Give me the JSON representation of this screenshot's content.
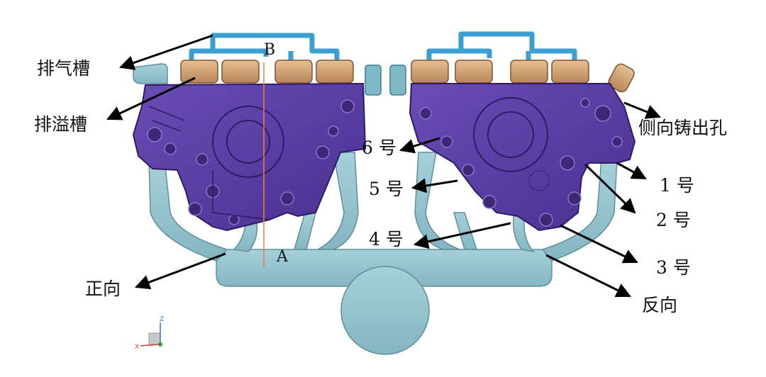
{
  "labels": {
    "exhaust_slot": "排气槽",
    "overflow_slot": "排溢槽",
    "side_cast_hole": "侧向铸出孔",
    "forward": "正向",
    "reverse": "反向",
    "n1": "1 号",
    "n2": "2 号",
    "n3": "3 号",
    "n4": "4 号",
    "n5": "5 号",
    "n6": "6 号",
    "point_a": "A",
    "point_b": "B"
  },
  "axis_triad": {
    "z": "Z",
    "x": "X"
  },
  "colors": {
    "runner": "#8fbfca",
    "runner_edge": "#5f8f9c",
    "casting": "#5b3fa0",
    "casting_dark": "#3d2878",
    "overflow": "#d4a878",
    "vent": "#3a9fd0",
    "guide_line": "#f08040"
  }
}
